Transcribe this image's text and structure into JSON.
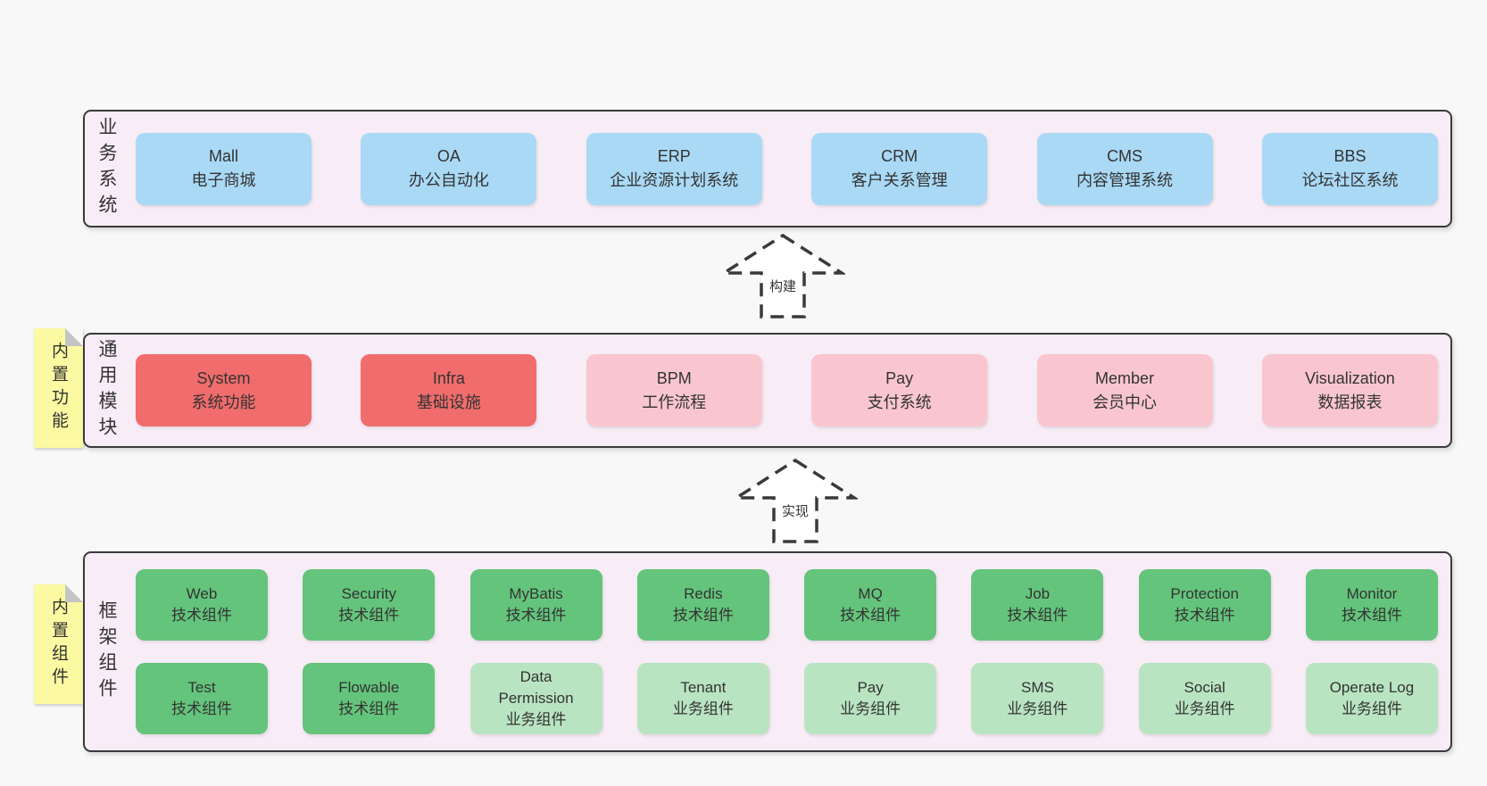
{
  "page": {
    "background": "#f8f8f8"
  },
  "colors": {
    "band_background": "#f8edf6",
    "border": "#3a3a3a",
    "text": "#333333",
    "business_system_box": "#a9d9f5",
    "builtin_module_box": "#f16c6c",
    "module_box": "#f9c6d0",
    "tech_component_box": "#64c47c",
    "business_component_box": "#b9e4c1",
    "sticky_note": "#fbf9a1",
    "note_fold": "#c4c4c4"
  },
  "arrows": [
    {
      "label": "构建"
    },
    {
      "label": "实现"
    }
  ],
  "bands": [
    {
      "label": "业务系统",
      "boxes": [
        {
          "name": "Mall",
          "desc": "电子商城",
          "variant": "blue"
        },
        {
          "name": "OA",
          "desc": "办公自动化",
          "variant": "blue"
        },
        {
          "name": "ERP",
          "desc": "企业资源计划系统",
          "variant": "blue"
        },
        {
          "name": "CRM",
          "desc": "客户关系管理",
          "variant": "blue"
        },
        {
          "name": "CMS",
          "desc": "内容管理系统",
          "variant": "blue"
        },
        {
          "name": "BBS",
          "desc": "论坛社区系统",
          "variant": "blue"
        }
      ]
    },
    {
      "label": "通用模块",
      "note": "内置功能",
      "boxes": [
        {
          "name": "System",
          "desc": "系统功能",
          "variant": "red"
        },
        {
          "name": "Infra",
          "desc": "基础设施",
          "variant": "red"
        },
        {
          "name": "BPM",
          "desc": "工作流程",
          "variant": "pink"
        },
        {
          "name": "Pay",
          "desc": "支付系统",
          "variant": "pink"
        },
        {
          "name": "Member",
          "desc": "会员中心",
          "variant": "pink"
        },
        {
          "name": "Visualization",
          "desc": "数据报表",
          "variant": "pink"
        }
      ]
    },
    {
      "label": "框架组件",
      "note": "内置组件",
      "rows": [
        [
          {
            "name": "Web",
            "desc": "技术组件",
            "variant": "green"
          },
          {
            "name": "Security",
            "desc": "技术组件",
            "variant": "green"
          },
          {
            "name": "MyBatis",
            "desc": "技术组件",
            "variant": "green"
          },
          {
            "name": "Redis",
            "desc": "技术组件",
            "variant": "green"
          },
          {
            "name": "MQ",
            "desc": "技术组件",
            "variant": "green"
          },
          {
            "name": "Job",
            "desc": "技术组件",
            "variant": "green"
          },
          {
            "name": "Protection",
            "desc": "技术组件",
            "variant": "green"
          },
          {
            "name": "Monitor",
            "desc": "技术组件",
            "variant": "green"
          }
        ],
        [
          {
            "name": "Test",
            "desc": "技术组件",
            "variant": "green"
          },
          {
            "name": "Flowable",
            "desc": "技术组件",
            "variant": "green"
          },
          {
            "name": "Data Permission",
            "desc": "业务组件",
            "variant": "lightgreen"
          },
          {
            "name": "Tenant",
            "desc": "业务组件",
            "variant": "lightgreen"
          },
          {
            "name": "Pay",
            "desc": "业务组件",
            "variant": "lightgreen"
          },
          {
            "name": "SMS",
            "desc": "业务组件",
            "variant": "lightgreen"
          },
          {
            "name": "Social",
            "desc": "业务组件",
            "variant": "lightgreen"
          },
          {
            "name": "Operate Log",
            "desc": "业务组件",
            "variant": "lightgreen"
          }
        ]
      ]
    }
  ]
}
